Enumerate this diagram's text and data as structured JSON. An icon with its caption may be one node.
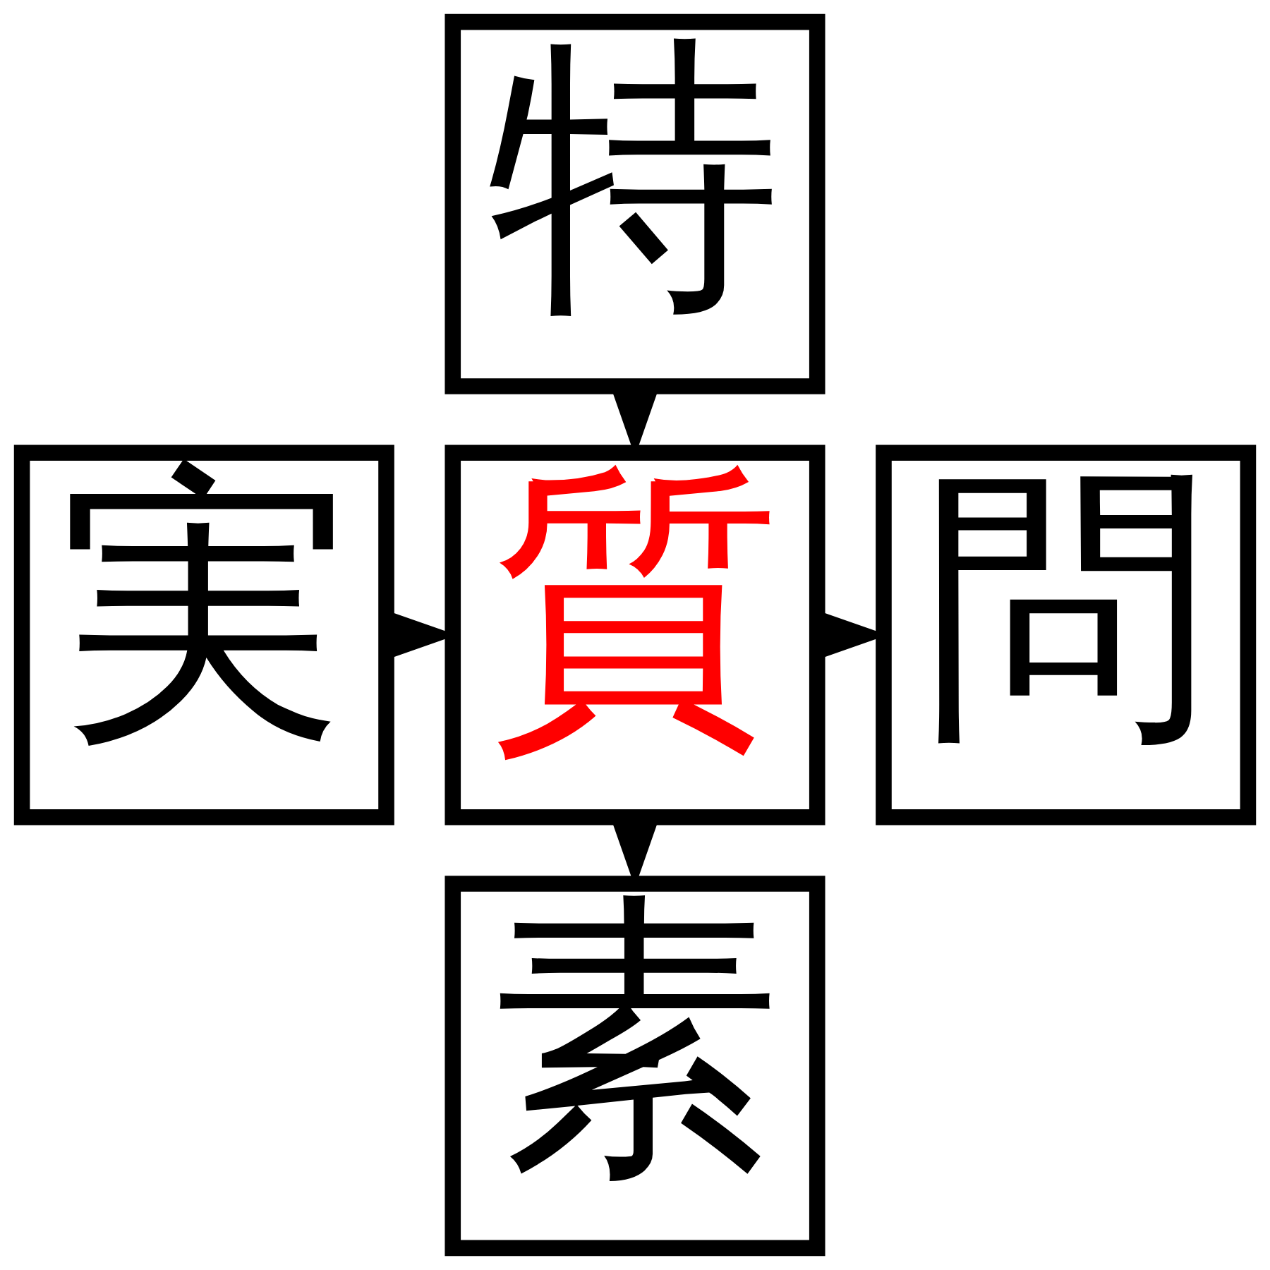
{
  "diagram": {
    "nodes": [
      {
        "text": [
          "特"
        ]
      },
      {
        "text": [
          "実"
        ]
      },
      {
        "text": [
          "質"
        ]
      },
      {
        "text": [
          "問"
        ]
      },
      {
        "text": [
          "素"
        ]
      }
    ],
    "edges": [
      {
        "from": 0,
        "to": 2,
        "arrow": "to"
      },
      {
        "from": 1,
        "to": 2,
        "arrow": "to"
      },
      {
        "from": 2,
        "to": 3,
        "arrow": "to"
      },
      {
        "from": 2,
        "to": 4,
        "arrow": "to"
      }
    ]
  }
}
